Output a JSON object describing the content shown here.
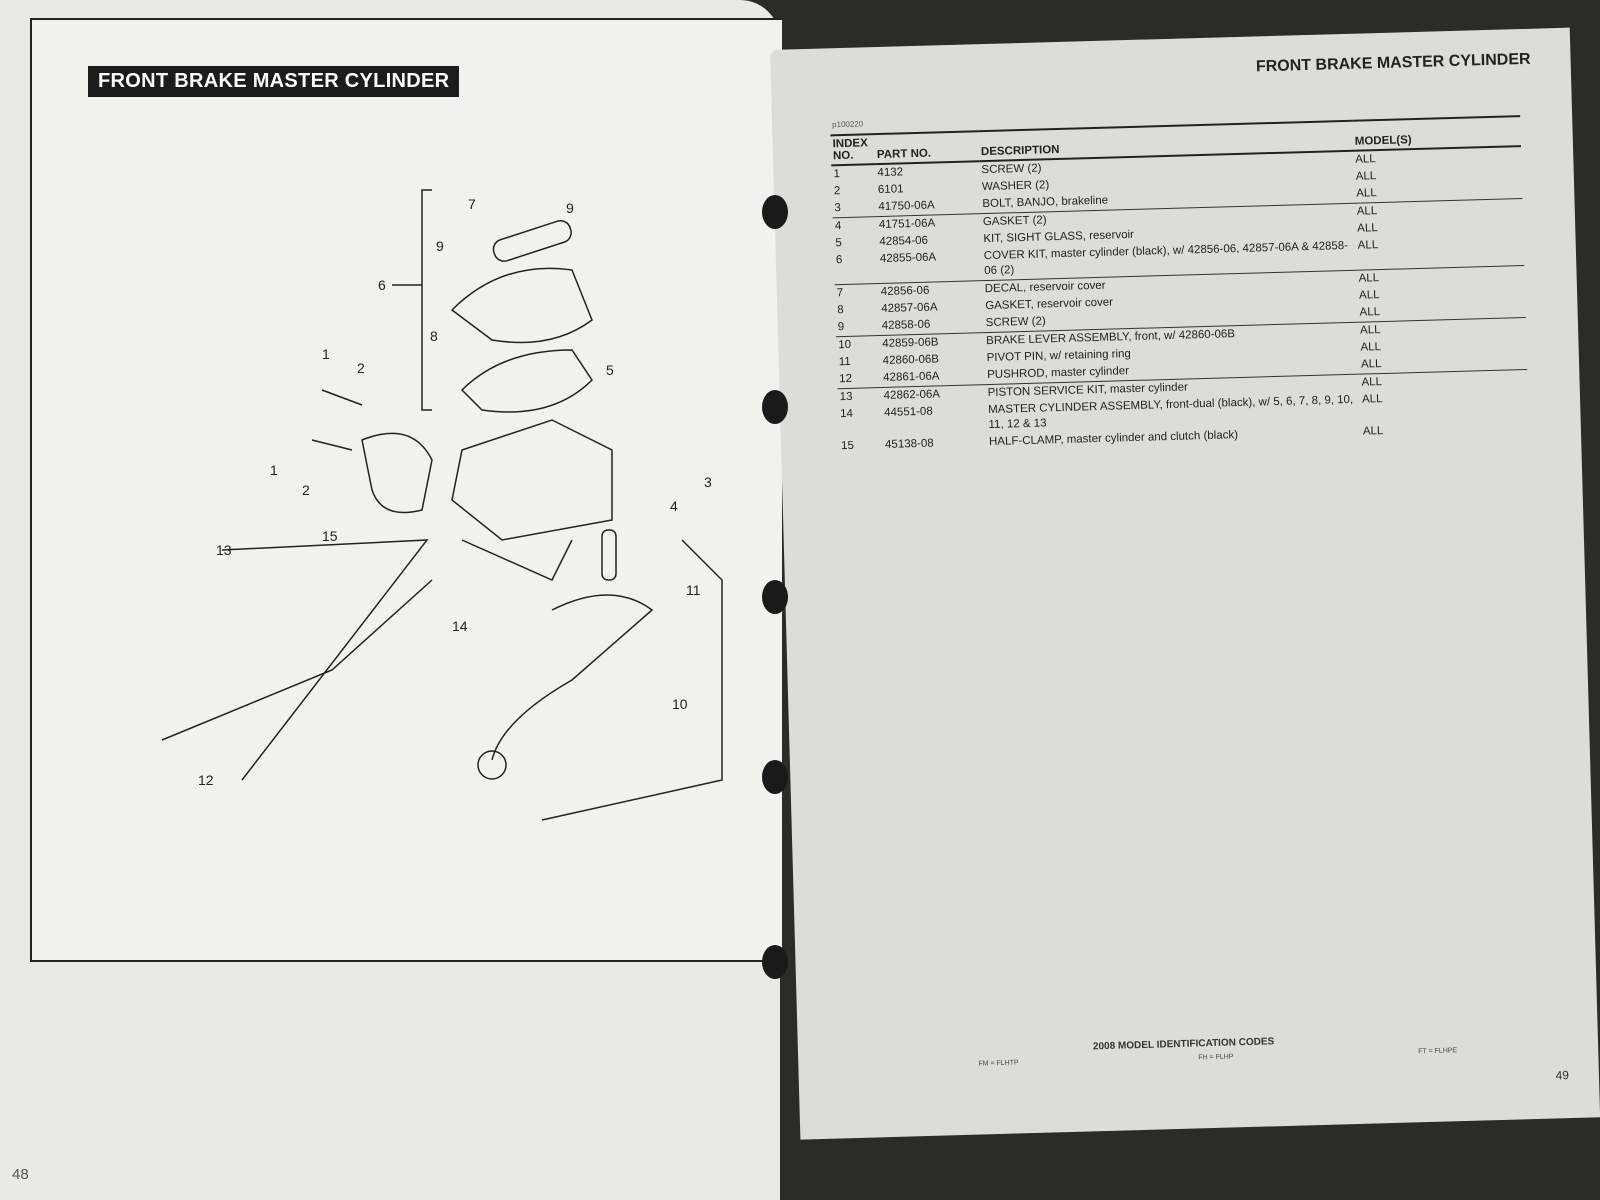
{
  "left_page": {
    "title": "FRONT BRAKE MASTER CYLINDER",
    "page_number": "48",
    "callouts": [
      "7",
      "9",
      "9",
      "6",
      "8",
      "1",
      "2",
      "5",
      "1",
      "2",
      "3",
      "4",
      "15",
      "13",
      "14",
      "11",
      "10",
      "12"
    ]
  },
  "right_page": {
    "title": "FRONT BRAKE MASTER CYLINDER",
    "figure_code": "p100220",
    "headers": {
      "index": "INDEX NO.",
      "part": "PART NO.",
      "description": "DESCRIPTION",
      "models": "MODEL(S)"
    },
    "rows": [
      {
        "index": "1",
        "part": "4132",
        "description": "SCREW (2)",
        "models": "ALL"
      },
      {
        "index": "2",
        "part": "6101",
        "description": "WASHER (2)",
        "models": "ALL"
      },
      {
        "index": "3",
        "part": "41750-06A",
        "description": "BOLT, BANJO, brakeline",
        "models": "ALL"
      },
      {
        "index": "4",
        "part": "41751-06A",
        "description": "GASKET (2)",
        "models": "ALL"
      },
      {
        "index": "5",
        "part": "42854-06",
        "description": "KIT, SIGHT GLASS, reservoir",
        "models": "ALL"
      },
      {
        "index": "6",
        "part": "42855-06A",
        "description": "COVER KIT, master cylinder (black), w/ 42856-06, 42857-06A & 42858-06 (2)",
        "models": "ALL"
      },
      {
        "index": "7",
        "part": "42856-06",
        "description": "DECAL, reservoir cover",
        "models": "ALL"
      },
      {
        "index": "8",
        "part": "42857-06A",
        "description": "GASKET, reservoir cover",
        "models": "ALL"
      },
      {
        "index": "9",
        "part": "42858-06",
        "description": "SCREW (2)",
        "models": "ALL"
      },
      {
        "index": "10",
        "part": "42859-06B",
        "description": "BRAKE LEVER ASSEMBLY, front, w/ 42860-06B",
        "models": "ALL"
      },
      {
        "index": "11",
        "part": "42860-06B",
        "description": "PIVOT PIN, w/ retaining ring",
        "models": "ALL"
      },
      {
        "index": "12",
        "part": "42861-06A",
        "description": "PUSHROD, master cylinder",
        "models": "ALL"
      },
      {
        "index": "13",
        "part": "42862-06A",
        "description": "PISTON SERVICE KIT, master cylinder",
        "models": "ALL"
      },
      {
        "index": "14",
        "part": "44551-08",
        "description": "MASTER CYLINDER ASSEMBLY, front-dual (black), w/ 5, 6, 7, 8, 9, 10, 11, 12 & 13",
        "models": "ALL"
      },
      {
        "index": "15",
        "part": "45138-08",
        "description": "HALF-CLAMP, master cylinder and clutch (black)",
        "models": "ALL"
      }
    ],
    "footer": {
      "heading": "2008 MODEL IDENTIFICATION CODES",
      "codes": [
        "FM = FLHTP",
        "FH = FLHP",
        "FT = FLHPE"
      ]
    },
    "page_number": "49"
  }
}
